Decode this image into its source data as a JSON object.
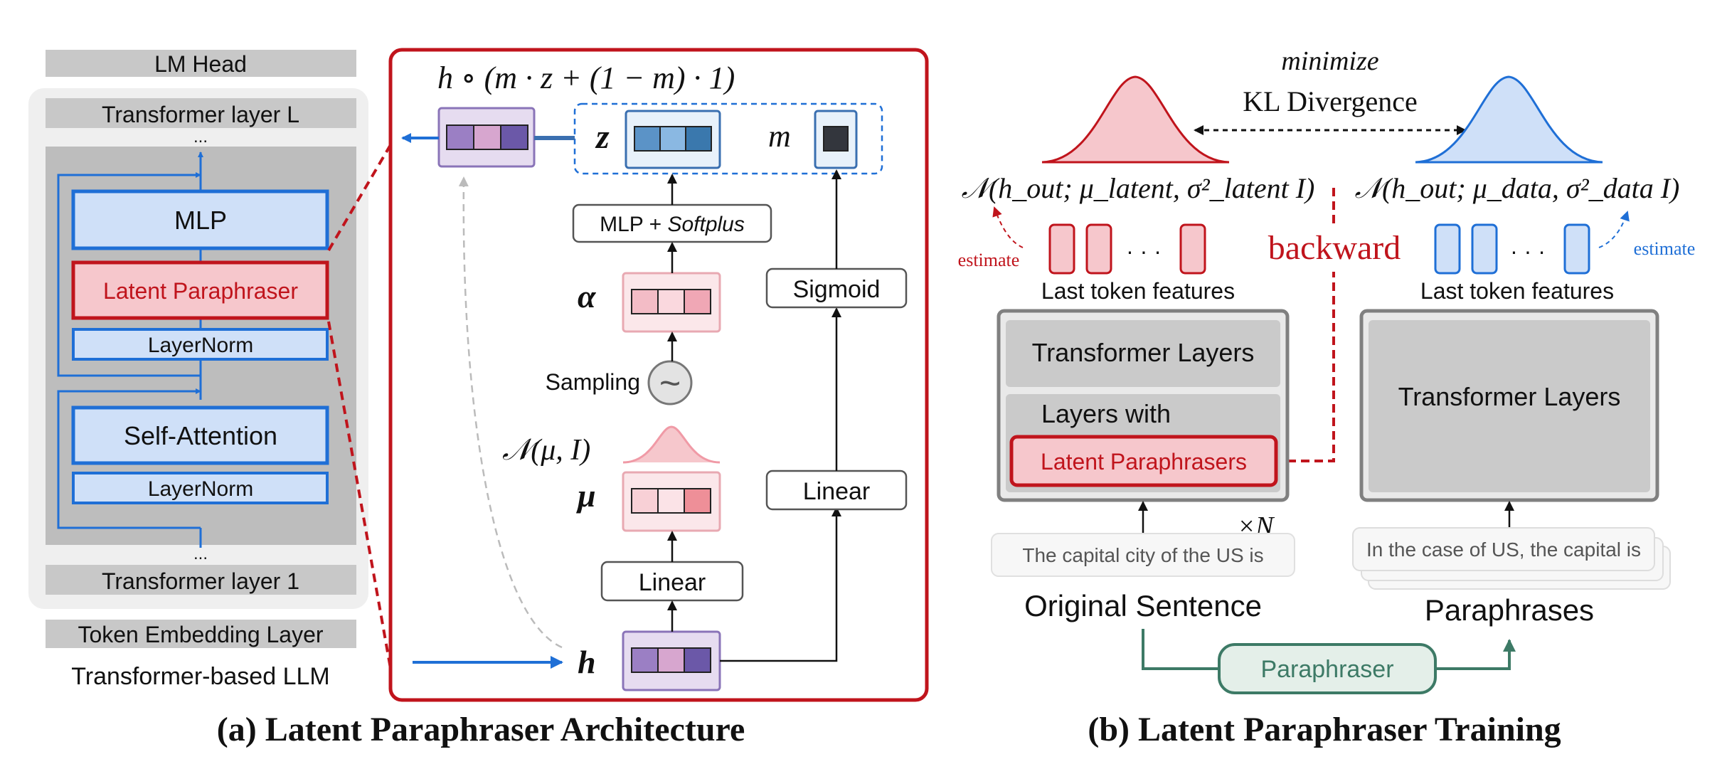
{
  "left_stack": {
    "lm_head": "LM Head",
    "layer_L": "Transformer layer L",
    "dots_top": "...",
    "mlp": "MLP",
    "latent_paraphraser": "Latent Paraphraser",
    "layernorm_upper": "LayerNorm",
    "self_attention": "Self-Attention",
    "layernorm_lower": "LayerNorm",
    "dots_bottom": "...",
    "layer_1": "Transformer layer 1",
    "token_embedding": "Token Embedding Layer",
    "caption": "Transformer-based LLM"
  },
  "architecture": {
    "output_formula": "h ∘ (m · z + (1 − m) · 1)",
    "z_label": "z",
    "m_label": "m",
    "mlp_softplus_prefix": "MLP + ",
    "mlp_softplus_italic": "Softplus",
    "alpha_label": "α",
    "sampling_label": "Sampling",
    "sampling_symbol": "~",
    "normal_label": "𝒩(μ, I)",
    "mu_label": "μ",
    "linear_left": "Linear",
    "h_label": "h",
    "sigmoid": "Sigmoid",
    "linear_right": "Linear"
  },
  "training": {
    "minimize": "minimize",
    "kl": "KL Divergence",
    "dist_latent": "𝒩(h_out; μ_latent, σ²_latent I)",
    "dist_data": "𝒩(h_out; μ_data, σ²_data I)",
    "estimate_left": "estimate",
    "estimate_right": "estimate",
    "backward": "backward",
    "dots_left": "· · ·",
    "dots_right": "· · ·",
    "last_token_left": "Last token features",
    "last_token_right": "Last token features",
    "transformer_layers_left": "Transformer Layers",
    "layers_with": "Layers with",
    "latent_paraphrasers": "Latent Paraphrasers",
    "transformer_layers_right": "Transformer Layers",
    "times_n": "×N",
    "original_input": "The capital city of the US is",
    "paraphrase_input": "In the case of US, the capital is",
    "original_sentence": "Original Sentence",
    "paraphrases": "Paraphrases",
    "paraphraser": "Paraphraser"
  },
  "captions": {
    "a": "(a) Latent Paraphraser Architecture",
    "b": "(b) Latent Paraphraser Training"
  },
  "colors": {
    "blue_border": "#1f6fd6",
    "blue_fill": "#cfe0f8",
    "red": "#c0141c",
    "pink_fill": "#f6c7cc",
    "gray_panel": "#bdbdbd",
    "green": "#3d7a66"
  }
}
